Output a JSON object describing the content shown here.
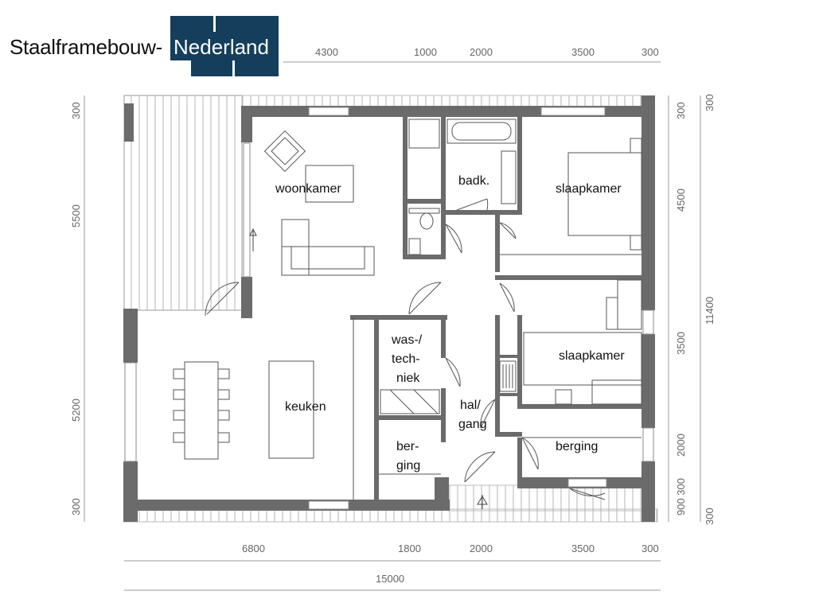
{
  "brand": {
    "name_left": "Staalframebouw-",
    "name_right": "Nederland"
  },
  "rooms": {
    "woonkamer": "woonkamer",
    "keuken": "keuken",
    "badk": "badk.",
    "slaapkamer_top": "slaapkamer",
    "slaapkamer_mid": "slaapkamer",
    "was_1": "was-/",
    "was_2": "tech-",
    "was_3": "niek",
    "hal_1": "hal/",
    "hal_2": "gang",
    "berg_small_1": "ber-",
    "berg_small_2": "ging",
    "berging": "berging"
  },
  "dimensions": {
    "top": [
      "4300",
      "1000",
      "2000",
      "3500",
      "300"
    ],
    "bottom": [
      "6800",
      "1800",
      "2000",
      "3500",
      "300"
    ],
    "bottom_total": "15000",
    "left": [
      "300",
      "5500",
      "5200",
      "300"
    ],
    "right_inner": [
      "300",
      "4500",
      "3500",
      "2000",
      "900 300"
    ],
    "right_outer_top": "300",
    "right_total": "11400",
    "right_outer_bottom": "300"
  },
  "colors": {
    "wall": "#6b6b6b",
    "brand": "#143e5c",
    "line": "#555555"
  }
}
